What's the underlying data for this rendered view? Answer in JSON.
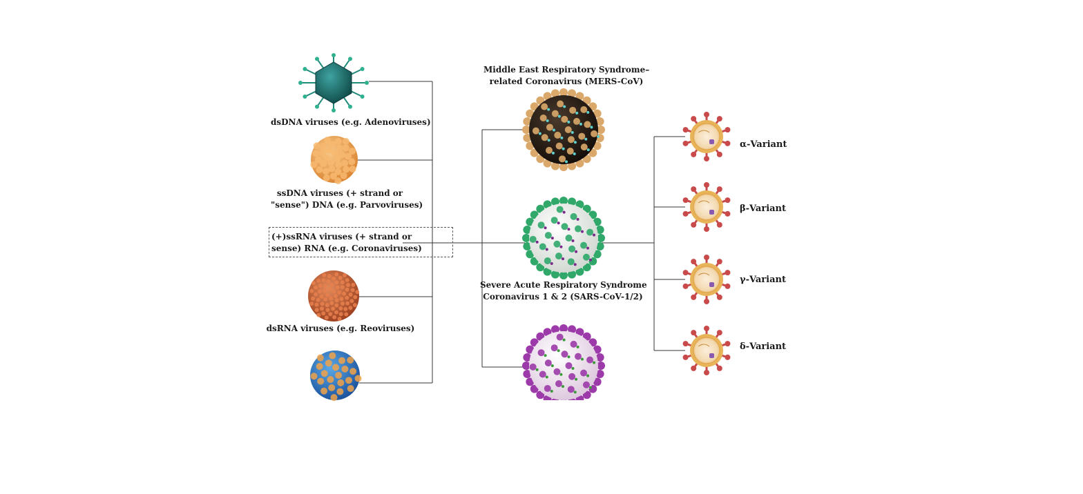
{
  "virus_classes": [
    {
      "label_line1": "dsDNA viruses (e.g. Adenoviruses)",
      "label_line2": ""
    },
    {
      "label_line1": "ssDNA viruses (+ strand or",
      "label_line2": "\"sense\") DNA (e.g. Parvoviruses)"
    },
    {
      "label_line1": "(+)ssRNA viruses (+ strand or",
      "label_line2": "sense) RNA (e.g. Coronaviruses)"
    },
    {
      "label_line1": "dsRNA viruses (e.g. Reoviruses)",
      "label_line2": ""
    },
    {
      "label_line1": "",
      "label_line2": ""
    }
  ],
  "coronaviruses": [
    {
      "label_line1": "Middle East Respiratory Syndrome–",
      "label_line2": "related Coronavirus (MERS-CoV)",
      "color": "#3a2a1c",
      "spike_color": "#d9a86a"
    },
    {
      "label_line1": "Severe Acute Respiratory Syndrome",
      "label_line2": "Coronavirus 1 & 2 (SARS-CoV-1/2)",
      "color": "#eef2ee",
      "spike_color": "#2fa86a"
    },
    {
      "label_line1": "",
      "label_line2": "",
      "color": "#f4e6f4",
      "spike_color": "#9b3aa8"
    }
  ],
  "variants": [
    {
      "label": "α-Variant"
    },
    {
      "label": "β-Variant"
    },
    {
      "label": "γ-Variant"
    },
    {
      "label": "δ-Variant"
    }
  ],
  "colors": {
    "line": "#333333",
    "variant_body": "#e8b45a",
    "variant_spike": "#c94a4a",
    "adeno": "#1e6e6a",
    "parvo": "#f0a252",
    "reo": "#c9623a",
    "rota": "#2e7fc9"
  }
}
